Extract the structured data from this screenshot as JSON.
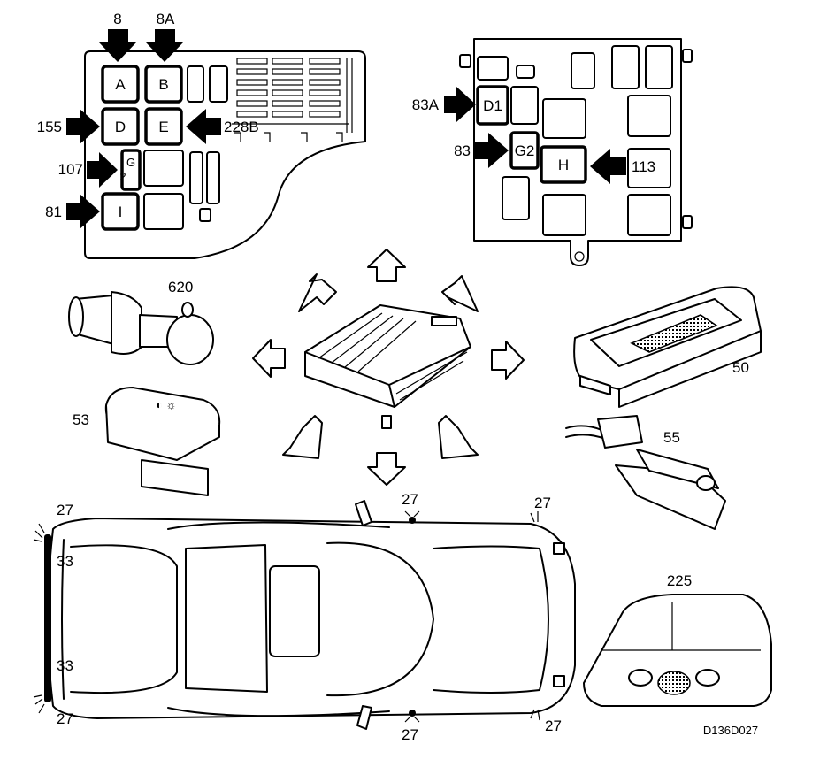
{
  "fuse_box_left": {
    "arrow_labels": [
      "8",
      "8A",
      "155",
      "228B",
      "107",
      "81"
    ],
    "positions": [
      "A",
      "B",
      "D",
      "E",
      "G\n2",
      "I"
    ]
  },
  "fuse_box_right": {
    "arrow_labels": [
      "83A",
      "83",
      "113"
    ],
    "positions": [
      "D1",
      "G2",
      "H"
    ]
  },
  "components": {
    "bulb_holder": "620",
    "light_switch": "53",
    "roof_console": "50",
    "door_switch": "55",
    "interior_lamp": "225"
  },
  "vehicle": {
    "door_contact_labels": [
      "27",
      "27",
      "27",
      "27",
      "27",
      "27"
    ],
    "lamp_labels": [
      "33",
      "33"
    ]
  },
  "drawing_code": "D136D027"
}
